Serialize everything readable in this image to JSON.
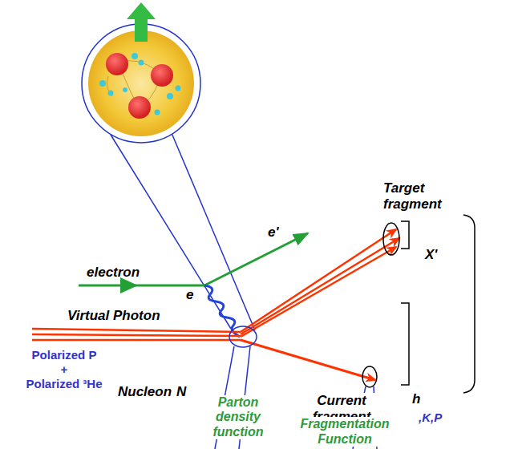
{
  "diagram": {
    "labels": [
      "Target fragment",
      "electron",
      "e'",
      "e",
      "Virtual Photon",
      "X'",
      "Polarized P",
      "+",
      "Polarized ³He",
      "Nucleon",
      "N",
      "Parton density function",
      "Current fragment",
      "Fragmentation Function",
      "h",
      ",K,P"
    ]
  }
}
